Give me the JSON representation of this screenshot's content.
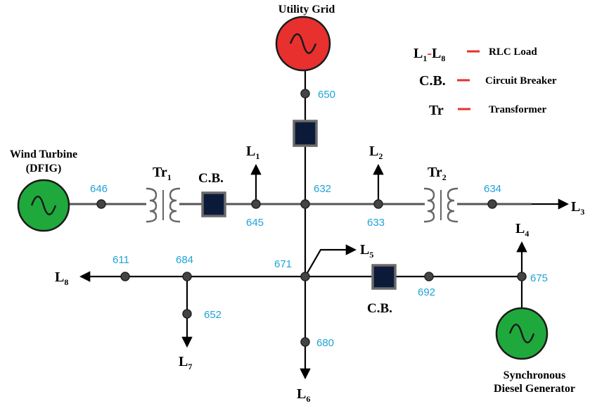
{
  "sources": {
    "utility": {
      "label": "Utility Grid",
      "color": "#e8302e"
    },
    "wind": {
      "line1": "Wind Turbine",
      "line2": "(DFIG)",
      "color": "#1fa93c"
    },
    "diesel": {
      "line1": "Synchronous",
      "line2": "Diesel Generator",
      "color": "#1fa93c"
    }
  },
  "buses": {
    "b650": "650",
    "b632": "632",
    "b633": "633",
    "b634": "634",
    "b645": "645",
    "b646": "646",
    "b671": "671",
    "b684": "684",
    "b611": "611",
    "b652": "652",
    "b680": "680",
    "b692": "692",
    "b675": "675"
  },
  "loads": {
    "l1": {
      "base": "L",
      "sub": "1"
    },
    "l2": {
      "base": "L",
      "sub": "2"
    },
    "l3": {
      "base": "L",
      "sub": "3"
    },
    "l4": {
      "base": "L",
      "sub": "4"
    },
    "l5": {
      "base": "L",
      "sub": "5"
    },
    "l6": {
      "base": "L",
      "sub": "6"
    },
    "l7": {
      "base": "L",
      "sub": "7"
    },
    "l8": {
      "base": "L",
      "sub": "8"
    }
  },
  "equipment": {
    "tr1": {
      "base": "Tr",
      "sub": "1"
    },
    "tr2": {
      "base": "Tr",
      "sub": "2"
    },
    "cb_left": "C.B.",
    "cb_bottom": "C.B."
  },
  "legend": {
    "loads": {
      "a": "L",
      "a_sub": "1",
      "dash": "-",
      "b": "L",
      "b_sub": "8",
      "desc": "RLC Load"
    },
    "cb": {
      "key": "C.B.",
      "desc": "Circuit Breaker"
    },
    "tr": {
      "key": "Tr",
      "desc": "Transformer"
    },
    "color": "#e53030"
  },
  "colors": {
    "bus_label": "#1fa3d8",
    "breaker": "#0c1a3a"
  }
}
